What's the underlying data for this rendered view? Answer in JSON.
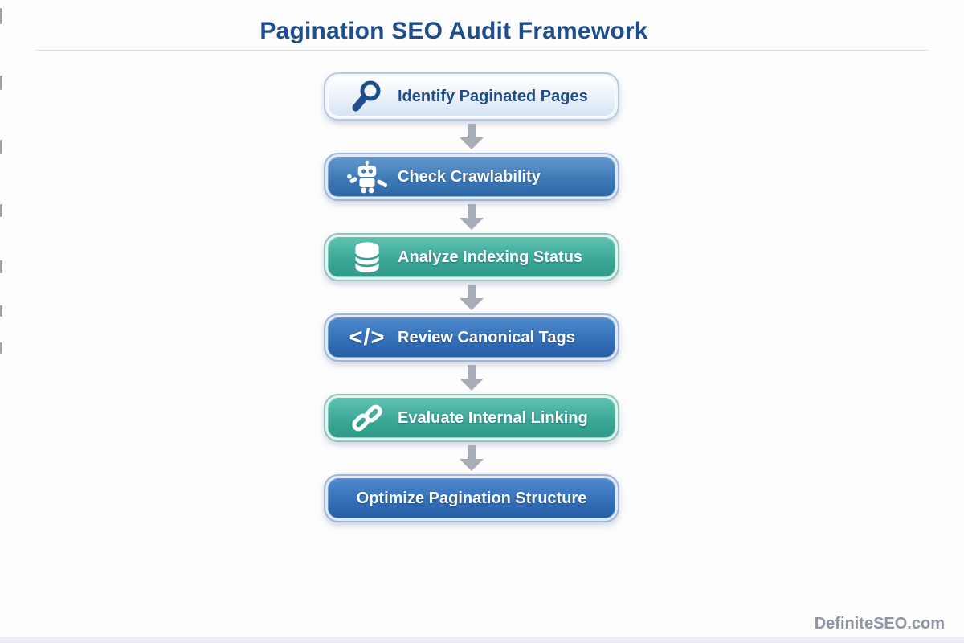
{
  "page": {
    "title": "Pagination SEO Audit Framework",
    "watermark": "DefiniteSEO.com"
  },
  "colors": {
    "title_text": "#1e4e8c",
    "step_blue": "#3c78b6",
    "step_teal": "#3aa696",
    "step_blue_dark": "#3570b8",
    "step_light_bg": "#e3edf8",
    "step_light_text": "#1d4e89",
    "arrow_gray": "#a6acb8",
    "watermark_gray": "#8f95a4"
  },
  "icons": {
    "code_glyph": "</>"
  },
  "steps": [
    {
      "label": "Identify Paginated Pages",
      "icon": "magnifier-icon",
      "variant": "light"
    },
    {
      "label": "Check Crawlability",
      "icon": "robot-icon",
      "variant": "blue"
    },
    {
      "label": "Analyze Indexing Status",
      "icon": "database-icon",
      "variant": "teal"
    },
    {
      "label": "Review Canonical Tags",
      "icon": "code-icon",
      "variant": "blue-dark"
    },
    {
      "label": "Evaluate Internal Linking",
      "icon": "link-icon",
      "variant": "teal"
    },
    {
      "label": "Optimize Pagination Structure",
      "icon": "none",
      "variant": "blue-dark"
    }
  ]
}
